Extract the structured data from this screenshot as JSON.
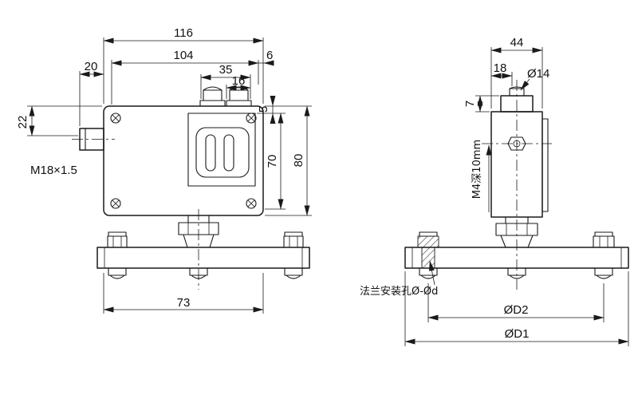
{
  "front_view": {
    "dim_116": "116",
    "dim_104": "104",
    "dim_20": "20",
    "dim_35": "35",
    "dim_6": "6",
    "dim_16": "16",
    "dim_22": "22",
    "dim_5": "5",
    "dim_70": "70",
    "dim_80": "80",
    "dim_73": "73",
    "thread_label": "M18×1.5"
  },
  "side_view": {
    "dim_44": "44",
    "dim_18": "18",
    "dim_dia14": "Ø14",
    "dim_7": "7",
    "tapped_hole_note": "M4深10mm",
    "flange_hole_note": "法兰安装孔Ø-Ød",
    "dim_D2": "ØD2",
    "dim_D1": "ØD1"
  },
  "colors": {
    "line": "#1a1a1a",
    "background": "#ffffff"
  }
}
